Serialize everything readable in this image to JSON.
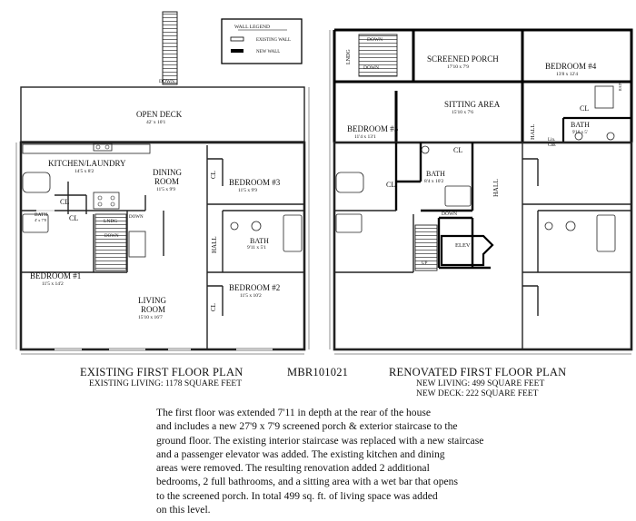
{
  "legend": {
    "title": "WALL LEGEND",
    "existing": "EXISTING WALL",
    "new": "NEW WALL"
  },
  "existing": {
    "title": "EXISTING FIRST FLOOR PLAN",
    "subtitle": "EXISTING LIVING: 1178 SQUARE FEET",
    "down": "DOWN",
    "rooms": {
      "deck": "OPEN DECK",
      "deck_dim": "42' x 10'1",
      "kitchen": "KITCHEN/LAUNDRY",
      "kitchen_dim": "14'5 x 8'2",
      "dining": "DINING",
      "dining2": "ROOM",
      "dining_dim": "11'5 x 9'9",
      "bed3": "BEDROOM #3",
      "bed3_dim": "11'5 x 9'9",
      "bath": "BATH",
      "bath_dim": "9'11 x 5'1",
      "bath_small": "BATH",
      "bath_small_dim": "4' x 7'8",
      "bed1": "BEDROOM #1",
      "bed1_dim": "11'5 x 14'2",
      "bed2": "BEDROOM #2",
      "bed2_dim": "11'5 x 10'2",
      "living": "LIVING",
      "living2": "ROOM",
      "living_dim": "15'10 x 16'7",
      "cl": "CL",
      "lndg": "LNDG",
      "hall": "HALL"
    }
  },
  "code": "MBR101021",
  "renovated": {
    "title": "RENOVATED FIRST FLOOR PLAN",
    "subtitle1": "NEW LIVING: 499 SQUARE FEET",
    "subtitle2": "NEW DECK: 222 SQUARE FEET",
    "rooms": {
      "porch": "SCREENED PORCH",
      "porch_dim": "17'10 x 7'9",
      "bed4": "BEDROOM #4",
      "bed4_dim": "13'8 x 12'4",
      "sitting": "SITTING AREA",
      "sitting_dim": "15'10 x 7'6",
      "bed5": "BEDROOM #5",
      "bed5_dim": "11'4 x 13'1",
      "bath": "BATH",
      "bath_dim": "8'4 x 10'2",
      "bath4": "BATH",
      "bath4_dim": "9'10 x 5'",
      "elev": "ELEV",
      "hall": "HALL",
      "cl": "CL",
      "lin": "Lin.",
      "cab": "Cab.",
      "lndg": "LNDG",
      "down": "DOWN",
      "up": "UP",
      "rain": "RAIN"
    }
  },
  "description": [
    "The first floor was extended 7'11 in depth at the rear of the house",
    "and includes a new 27'9 x 7'9 screened porch & exterior staircase to the",
    "ground floor. The existing interior staircase was replaced with a new staircase",
    "and a passenger elevator was added.  The existing kitchen and dining",
    "areas were removed.  The resulting renovation added 2 additional",
    "bedrooms, 2 full bathrooms, and a sitting area with a wet bar that opens",
    "to the screened porch.  In total 499 sq. ft. of living space was added",
    "on this level."
  ]
}
